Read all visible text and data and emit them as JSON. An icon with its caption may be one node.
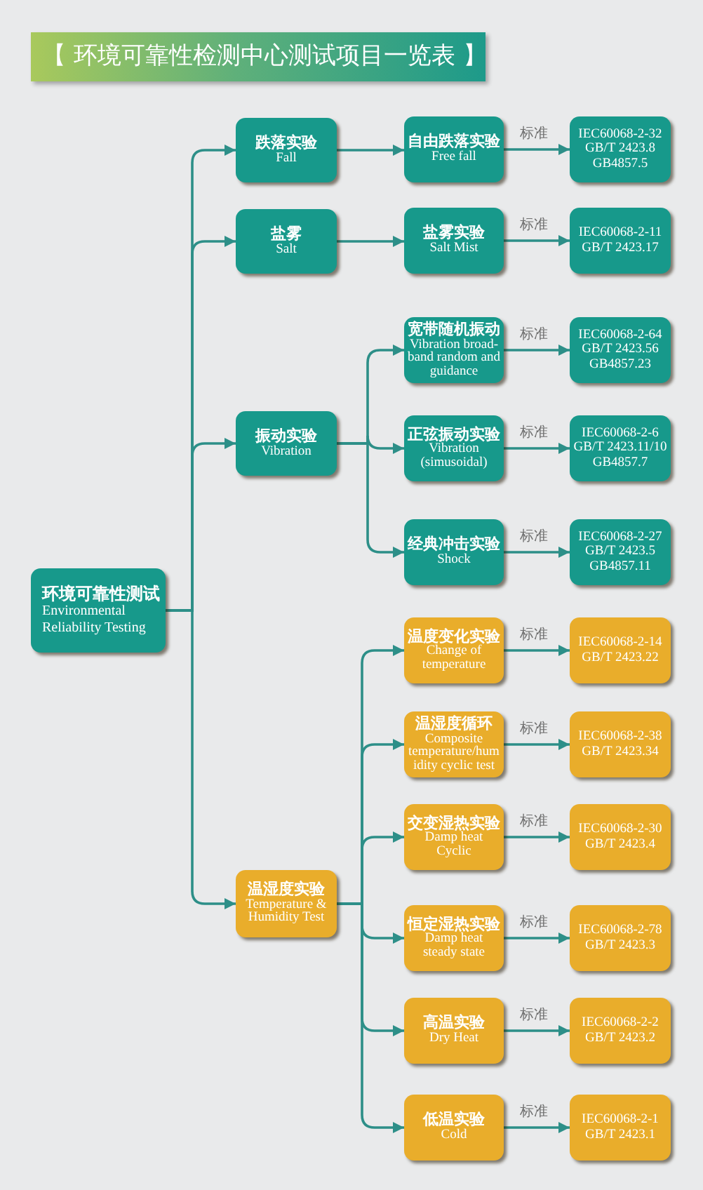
{
  "diagram": {
    "title": "【 环境可靠性检测中心测试项目一览表 】",
    "nodes": [
      {
        "text": [
          "环境可靠性测试",
          "Environmental Reliability Testing"
        ]
      },
      {
        "text": [
          "跌落实验",
          "Fall"
        ]
      },
      {
        "text": [
          "自由跌落实验",
          "Free fall"
        ]
      },
      {
        "text": [
          "IEC60068-2-32",
          "GB/T 2423.8",
          "GB4857.5"
        ]
      },
      {
        "text": [
          "盐雾",
          "Salt"
        ]
      },
      {
        "text": [
          "盐雾实验",
          "Salt Mist"
        ]
      },
      {
        "text": [
          "IEC60068-2-11",
          "GB/T 2423.17"
        ]
      },
      {
        "text": [
          "振动实验",
          "Vibration"
        ]
      },
      {
        "text": [
          "宽带随机振动",
          "Vibration broad-band random and guidance"
        ]
      },
      {
        "text": [
          "IEC60068-2-64",
          "GB/T 2423.56",
          "GB4857.23"
        ]
      },
      {
        "text": [
          "正弦振动实验",
          "Vibration (simusoidal)"
        ]
      },
      {
        "text": [
          "IEC60068-2-6",
          "GB/T 2423.11/10",
          "GB4857.7"
        ]
      },
      {
        "text": [
          "经典冲击实验",
          "Shock"
        ]
      },
      {
        "text": [
          "IEC60068-2-27",
          "GB/T 2423.5",
          "GB4857.11"
        ]
      },
      {
        "text": [
          "温湿度实验",
          "Temperature & Humidity Test"
        ]
      },
      {
        "text": [
          "温度变化实验",
          "Change of temperature"
        ]
      },
      {
        "text": [
          "IEC60068-2-14",
          "GB/T 2423.22"
        ]
      },
      {
        "text": [
          "温湿度循环",
          "Composite temperature/humidity cyclic test"
        ]
      },
      {
        "text": [
          "IEC60068-2-38",
          "GB/T 2423.34"
        ]
      },
      {
        "text": [
          "交变湿热实验",
          "Damp heat Cyclic"
        ]
      },
      {
        "text": [
          "IEC60068-2-30",
          "GB/T 2423.4"
        ]
      },
      {
        "text": [
          "恒定湿热实验",
          "Damp heat steady state"
        ]
      },
      {
        "text": [
          "IEC60068-2-78",
          "GB/T 2423.3"
        ]
      },
      {
        "text": [
          "高温实验",
          "Dry Heat"
        ]
      },
      {
        "text": [
          "IEC60068-2-2",
          "GB/T 2423.2"
        ]
      },
      {
        "text": [
          "低温实验",
          "Cold"
        ]
      },
      {
        "text": [
          "IEC60068-2-1",
          "GB/T 2423.1"
        ]
      }
    ],
    "edges": [
      {
        "from": 0,
        "to": 1,
        "arrow": "to"
      },
      {
        "from": 0,
        "to": 4,
        "arrow": "to"
      },
      {
        "from": 0,
        "to": 7,
        "arrow": "to"
      },
      {
        "from": 0,
        "to": 14,
        "arrow": "to"
      },
      {
        "from": 1,
        "to": 2,
        "arrow": "to"
      },
      {
        "from": 2,
        "to": 3,
        "arrow": "to",
        "label": "标准"
      },
      {
        "from": 4,
        "to": 5,
        "arrow": "to"
      },
      {
        "from": 5,
        "to": 6,
        "arrow": "to",
        "label": "标准"
      },
      {
        "from": 7,
        "to": 8,
        "arrow": "to"
      },
      {
        "from": 7,
        "to": 10,
        "arrow": "to"
      },
      {
        "from": 7,
        "to": 12,
        "arrow": "to"
      },
      {
        "from": 8,
        "to": 9,
        "arrow": "to",
        "label": "标准"
      },
      {
        "from": 10,
        "to": 11,
        "arrow": "to",
        "label": "标准"
      },
      {
        "from": 12,
        "to": 13,
        "arrow": "to",
        "label": "标准"
      },
      {
        "from": 14,
        "to": 15,
        "arrow": "to"
      },
      {
        "from": 14,
        "to": 17,
        "arrow": "to"
      },
      {
        "from": 14,
        "to": 19,
        "arrow": "to"
      },
      {
        "from": 14,
        "to": 21,
        "arrow": "to"
      },
      {
        "from": 14,
        "to": 23,
        "arrow": "to"
      },
      {
        "from": 14,
        "to": 25,
        "arrow": "to"
      },
      {
        "from": 15,
        "to": 16,
        "arrow": "to",
        "label": "标准"
      },
      {
        "from": 17,
        "to": 18,
        "arrow": "to",
        "label": "标准"
      },
      {
        "from": 19,
        "to": 20,
        "arrow": "to",
        "label": "标准"
      },
      {
        "from": 21,
        "to": 22,
        "arrow": "to",
        "label": "标准"
      },
      {
        "from": 23,
        "to": 24,
        "arrow": "to",
        "label": "标准"
      },
      {
        "from": 25,
        "to": 26,
        "arrow": "to",
        "label": "标准"
      }
    ]
  }
}
